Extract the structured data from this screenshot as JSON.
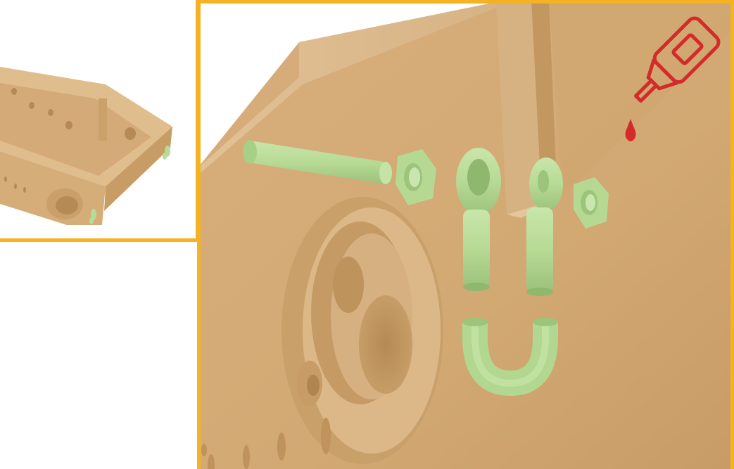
{
  "figure": {
    "kind": "assembly-instruction-illustration",
    "accent_color": "#f5b323",
    "hull_color": "#d9b07e",
    "part_color": "#b7dc97",
    "glue_color": "#d42a2a"
  },
  "parts": [
    {
      "name": "pin"
    },
    {
      "name": "hex-nut-left"
    },
    {
      "name": "eye-bolt-left"
    },
    {
      "name": "eye-bolt-right"
    },
    {
      "name": "u-shackle"
    },
    {
      "name": "hex-nut-right"
    }
  ],
  "icons": {
    "glue": "glue-bottle-icon"
  }
}
